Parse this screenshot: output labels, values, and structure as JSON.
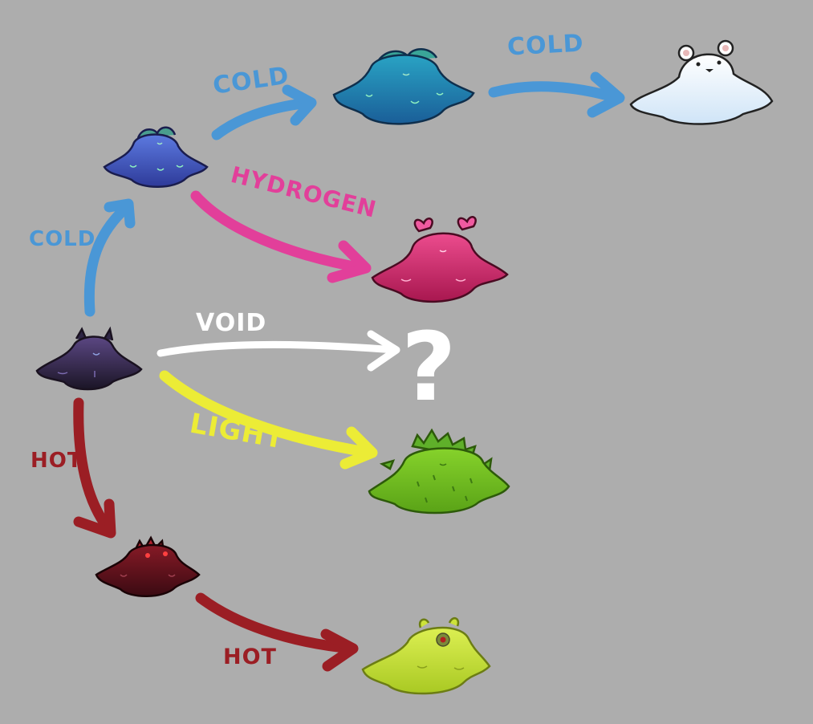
{
  "colors": {
    "background": "#adadad",
    "cold": "#4a97d6",
    "hydrogen": "#e23f9a",
    "void": "#ffffff",
    "light": "#ecec36",
    "hot": "#9b1e24"
  },
  "labels": {
    "cold_1": "COLD",
    "cold_2": "COLD",
    "cold_3": "COLD",
    "hydrogen": "HYDROGEN",
    "void": "VOID",
    "light": "LIGHT",
    "hot_1": "HOT",
    "hot_2": "HOT",
    "unknown": "?"
  },
  "creatures": [
    {
      "id": "base",
      "color": "#2e2545",
      "features": "horns"
    },
    {
      "id": "cold-blue",
      "color": "#3d4fb6",
      "features": "leaves"
    },
    {
      "id": "cold-teal",
      "color": "#1d7fb4",
      "features": "leaves"
    },
    {
      "id": "polar",
      "color": "#e9f3fb",
      "features": "bear-ears"
    },
    {
      "id": "hydrogen-pink",
      "color": "#d0306e",
      "features": "bows"
    },
    {
      "id": "light-green",
      "color": "#6fbf23",
      "features": "foliage"
    },
    {
      "id": "hot-red",
      "color": "#5a121b",
      "features": "flame"
    },
    {
      "id": "hot-lime",
      "color": "#cde33a",
      "features": "eye-spot"
    }
  ]
}
